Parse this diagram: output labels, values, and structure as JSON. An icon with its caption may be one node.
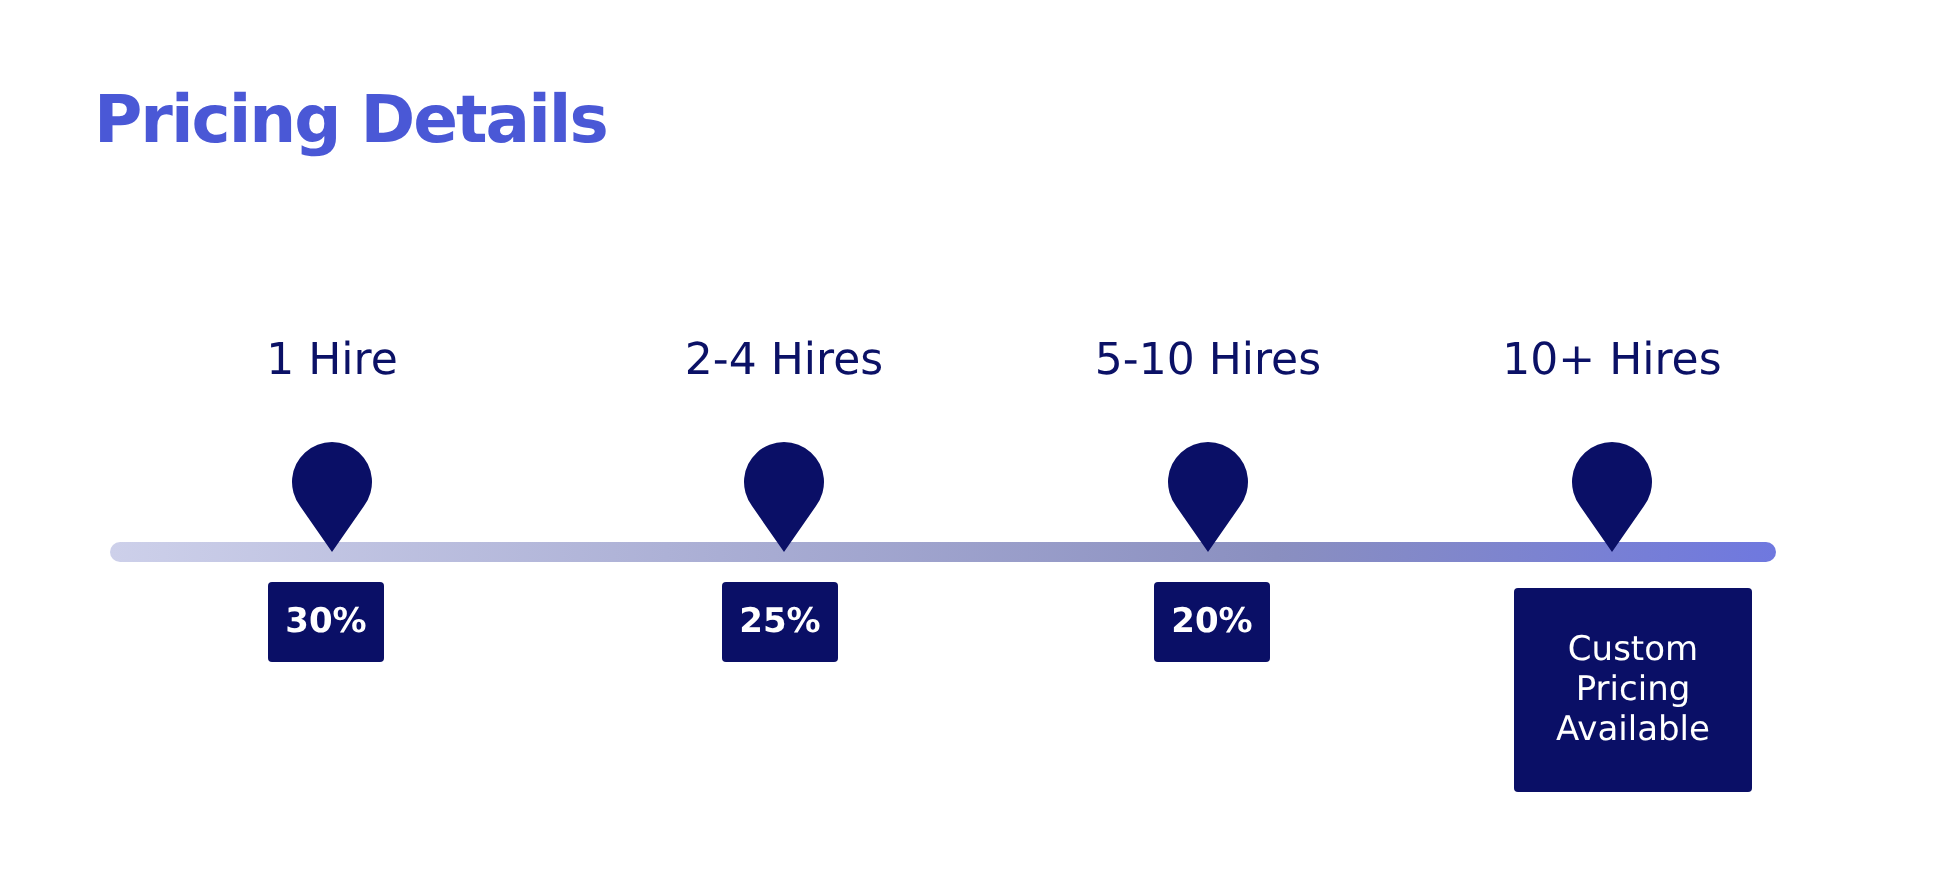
{
  "diagram": {
    "title": "Pricing Details",
    "nodes": [
      {
        "text": [
          "30%"
        ]
      },
      {
        "text": [
          "25%"
        ]
      },
      {
        "text": [
          "20%"
        ]
      },
      {
        "text": [
          "Custom Pricing Available"
        ]
      }
    ],
    "labels": [
      "1 Hire",
      "2-4 Hires",
      "5-10 Hires",
      "10+ Hires"
    ]
  }
}
